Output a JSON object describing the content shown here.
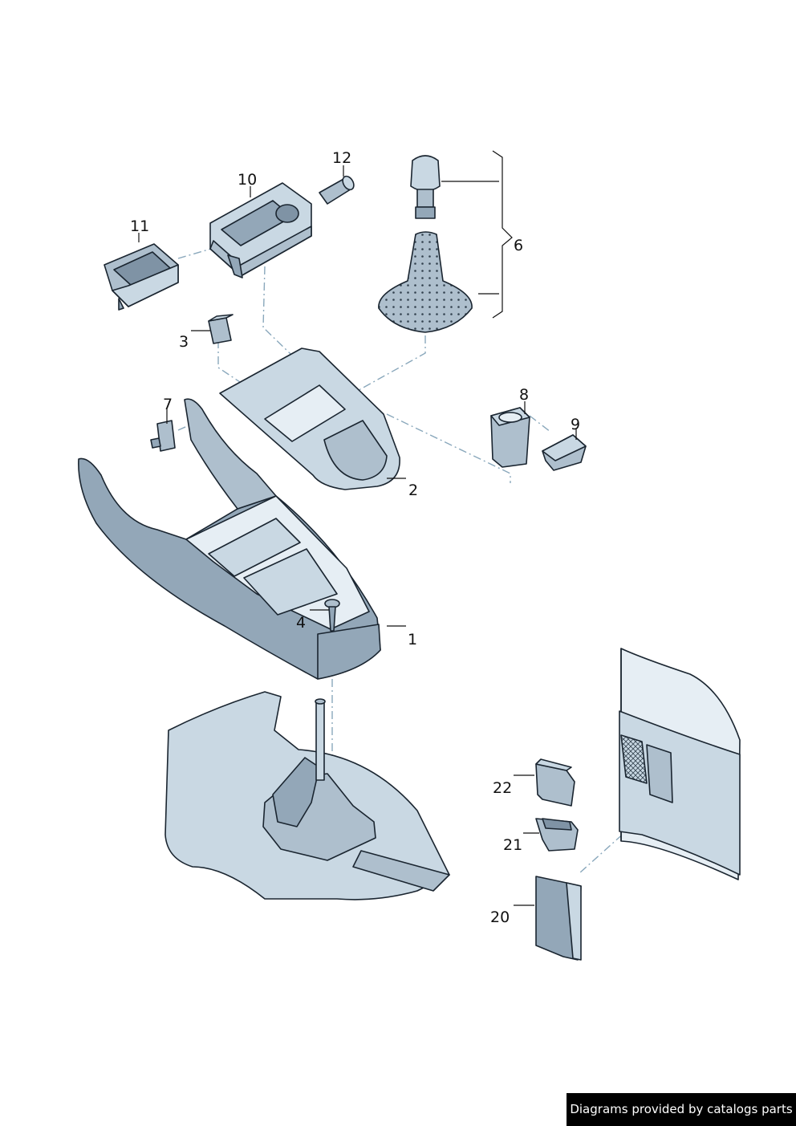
{
  "callouts": {
    "c1": "1",
    "c2": "2",
    "c3": "3",
    "c4": "4",
    "c6": "6",
    "c7": "7",
    "c8": "8",
    "c9": "9",
    "c10": "10",
    "c11": "11",
    "c12": "12",
    "c20": "20",
    "c21": "21",
    "c22": "22"
  },
  "credit": "Diagrams provided by catalogs parts"
}
